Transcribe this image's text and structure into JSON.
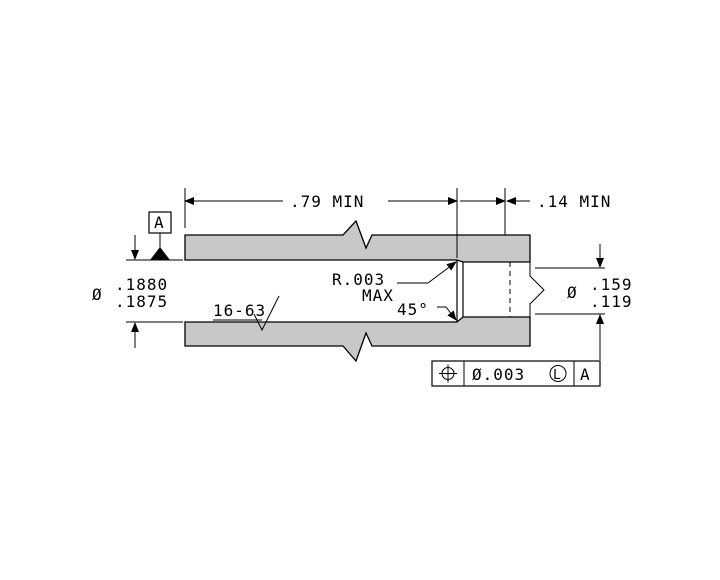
{
  "colors": {
    "section_fill": "#c8c8c8",
    "ink": "#000000",
    "background": "#ffffff"
  },
  "datum": {
    "letter": "A"
  },
  "dims": {
    "length_min": ".79 MIN",
    "step_min": ".14 MIN",
    "bore_dia_upper": ".1880",
    "bore_dia_lower": ".1875",
    "bore_dia_symbol": "Ø",
    "counterbore_dia_upper": ".159",
    "counterbore_dia_lower": ".119",
    "counterbore_dia_symbol": "Ø"
  },
  "notes": {
    "radius_line1": "R.003",
    "radius_line2": "MAX",
    "chamfer": "45°",
    "finish": "16-63"
  },
  "fcf": {
    "symbol_icon": "position-icon",
    "tolerance": "Ø.003",
    "modifier": "L",
    "datum": "A"
  }
}
